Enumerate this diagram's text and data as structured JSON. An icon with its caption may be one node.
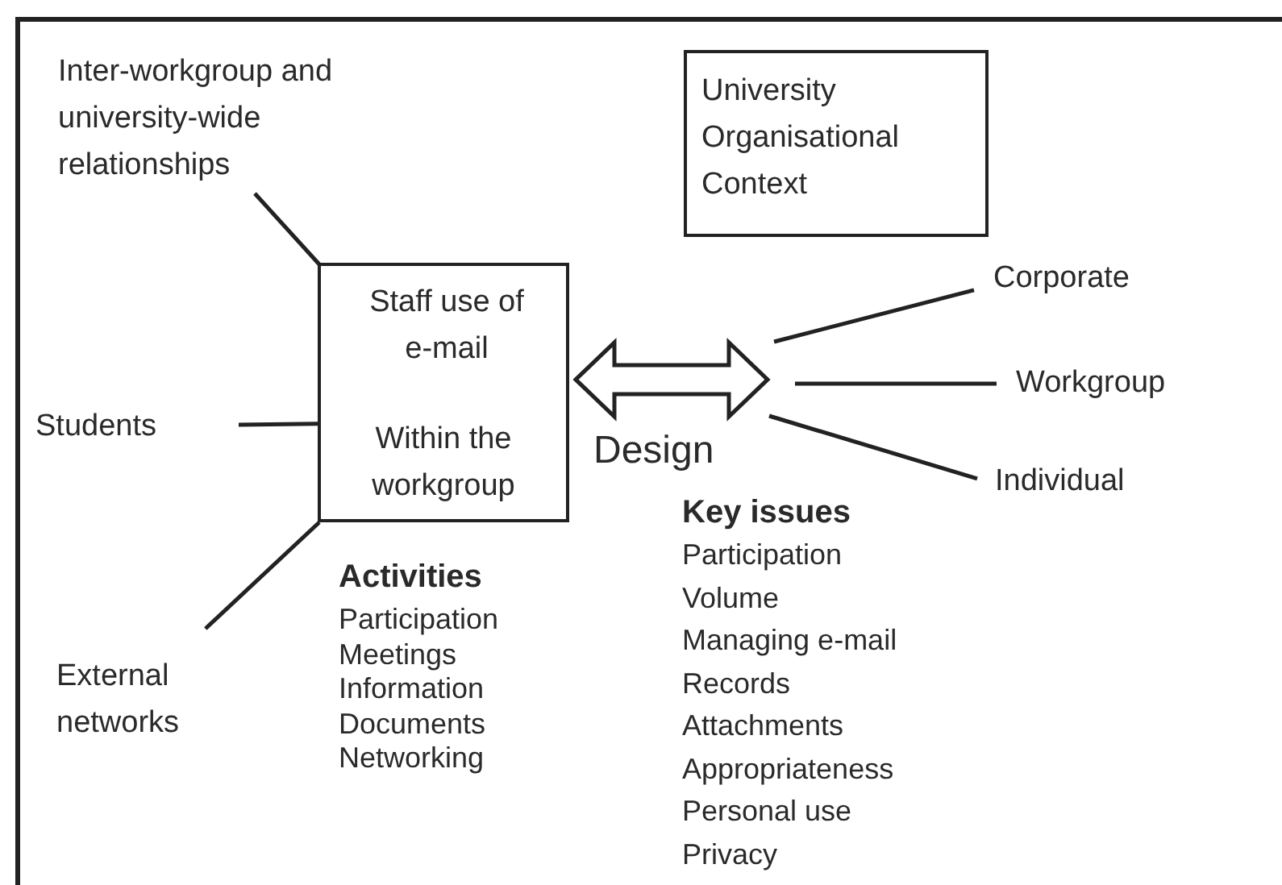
{
  "diagram": {
    "nodes": [
      {
        "text": [
          "Inter-workgroup and university-wide relationships"
        ]
      },
      {
        "text": [
          "Staff use of e-mail",
          "Within the workgroup"
        ]
      },
      {
        "text": [
          "University Organisational Context"
        ]
      },
      {
        "text": [
          "Students"
        ]
      },
      {
        "text": [
          "External networks"
        ]
      },
      {
        "text": [
          "Corporate"
        ]
      },
      {
        "text": [
          "Workgroup"
        ]
      },
      {
        "text": [
          "Individual"
        ]
      }
    ],
    "edges": [
      {
        "from": 0,
        "to": 1,
        "arrow": "none"
      },
      {
        "from": 3,
        "to": 1,
        "arrow": "none"
      },
      {
        "from": 4,
        "to": 1,
        "arrow": "none"
      },
      {
        "from": 1,
        "to": null,
        "arrow": "both",
        "label": "Design",
        "style": "thick"
      },
      {
        "from": null,
        "to": 5,
        "arrow": "none"
      },
      {
        "from": null,
        "to": 6,
        "arrow": "none"
      },
      {
        "from": null,
        "to": 7,
        "arrow": "none"
      }
    ],
    "labels": [
      "Activities",
      "Participation",
      "Meetings",
      "Information",
      "Documents",
      "Networking",
      "Key issues",
      "Participation",
      "Volume",
      "Managing e-mail",
      "Records",
      "Attachments",
      "Appropriateness",
      "Personal use",
      "Privacy"
    ]
  }
}
